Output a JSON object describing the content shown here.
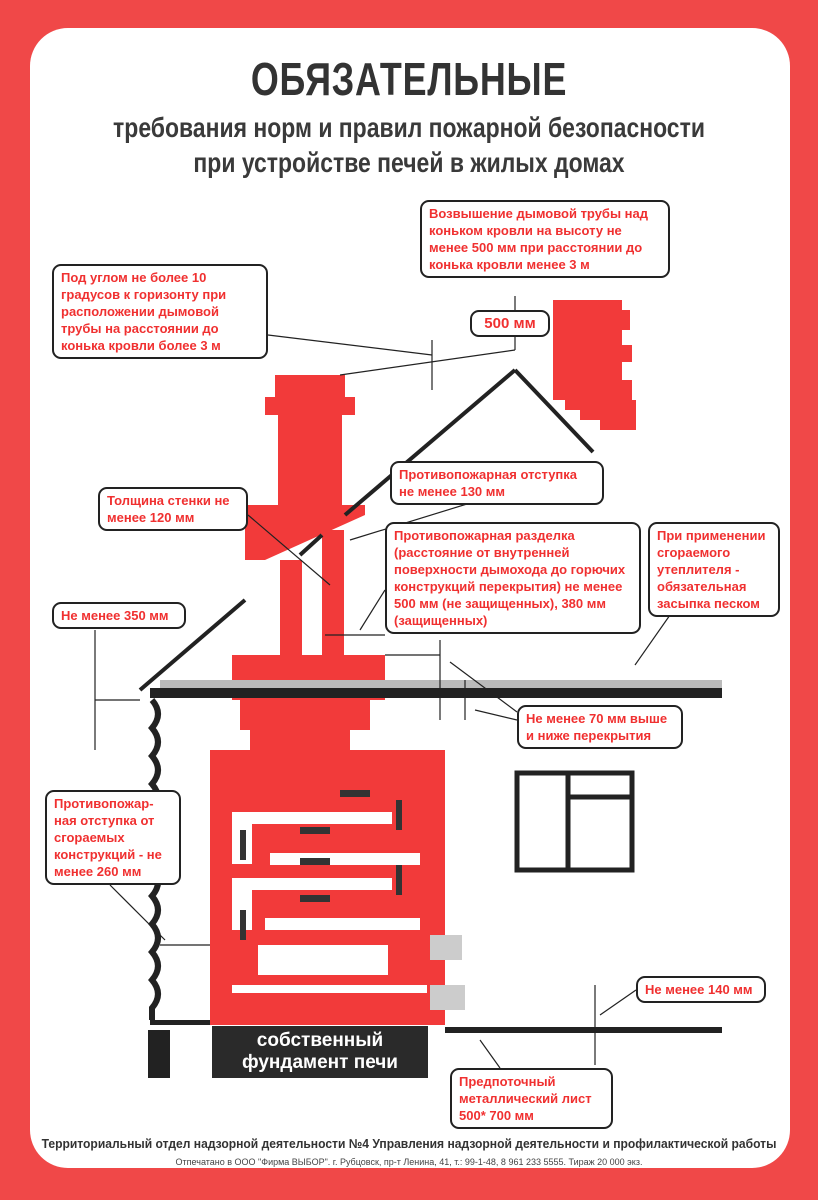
{
  "header": {
    "title": "ОБЯЗАТЕЛЬНЫЕ",
    "subtitle1": "требования норм и правил пожарной безопасности",
    "subtitle2": "при устройстве печей в жилых домах"
  },
  "callouts": {
    "chimney_height": "Возвышение дымовой трубы над коньком кровли на высоту не менее 500 мм при расстоянии до конька кровли менее 3 м",
    "angle": "Под углом не более 10 градусов к горизонту при расположении дымовой трубы на расстоянии до конька кровли более 3 м",
    "mm500": "500 мм",
    "offset130": "Противопожарная отступка не менее 130 мм",
    "wall120": "Толщина стенки не менее 120 мм",
    "razdelka": "Противопожарная разделка (расстояние от внутренней поверхности дымохода до горючих конструкций перекрытия) не менее 500 мм (не защищенных), 380 мм (защищенных)",
    "insulation": "При применении сгораемого утеплителя - обязательная засыпка песком",
    "mm350": "Не менее 350 мм",
    "mm70": "Не менее 70 мм выше и ниже перекрытия",
    "offset260": "Противопожар-ная отступка от сгораемых конструкций - не менее 260 мм",
    "mm140": "Не менее 140 мм",
    "metal_sheet": "Предпоточный металлический лист 500* 700 мм"
  },
  "foundation": {
    "line1": "собственный",
    "line2": "фундамент печи"
  },
  "footer": {
    "org": "Территориальный отдел надзорной деятельности №4 Управления надзорной деятельности и профилактической работы",
    "print": "Отпечатано в ООО \"Фирма ВЫБОР\". г. Рубцовск, пр-т Ленина, 41, т.: 99-1-48, 8 961 233 5555. Тираж 20 000 экз."
  },
  "colors": {
    "red": "#f23a3a",
    "frame": "#f04848",
    "dark": "#222222"
  }
}
